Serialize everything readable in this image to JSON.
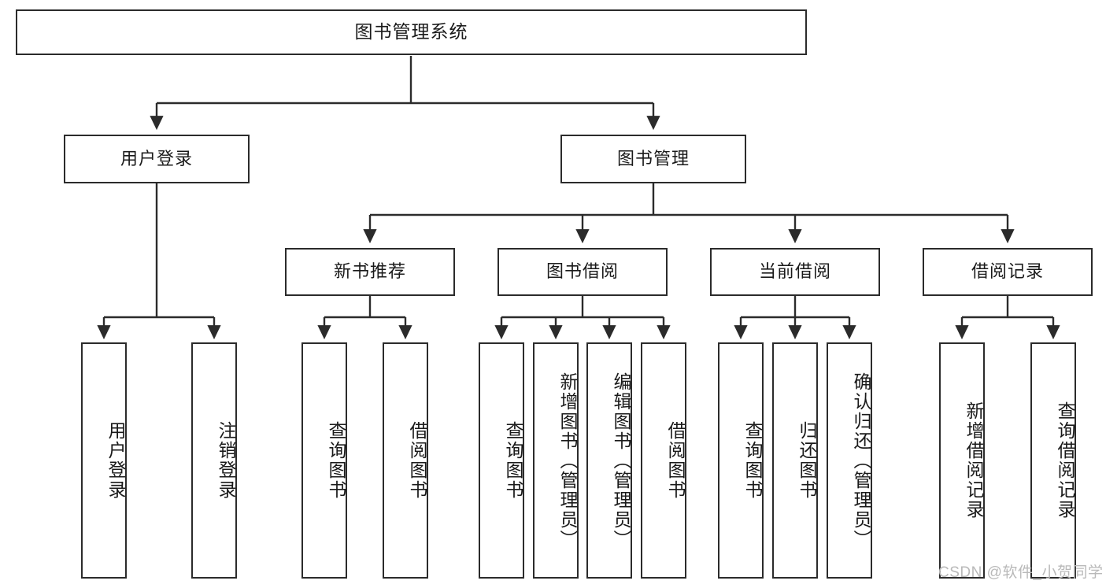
{
  "diagram": {
    "title": "图书管理系统",
    "type": "tree-hierarchy-chart",
    "colors": {
      "box_border": "#2b2b2b",
      "box_fill": "#ffffff",
      "connector": "#2b2b2b",
      "text": "#1a1a1a",
      "watermark": "#b9b9b9"
    },
    "root": {
      "label": "图书管理系统"
    },
    "level2": [
      {
        "label": "用户登录"
      },
      {
        "label": "图书管理"
      }
    ],
    "level3": [
      {
        "label": "新书推荐"
      },
      {
        "label": "图书借阅"
      },
      {
        "label": "当前借阅"
      },
      {
        "label": "借阅记录"
      }
    ],
    "leaves": {
      "user_login": [
        {
          "label": "用户登录"
        },
        {
          "label": "注销登录"
        }
      ],
      "new_book_recommend": [
        {
          "label": "查询图书"
        },
        {
          "label": "借阅图书"
        }
      ],
      "book_borrow": [
        {
          "label": "查询图书"
        },
        {
          "label": "新增图书（管理员）"
        },
        {
          "label": "编辑图书（管理员）"
        },
        {
          "label": "借阅图书"
        }
      ],
      "current_borrow": [
        {
          "label": "查询图书"
        },
        {
          "label": "归还图书"
        },
        {
          "label": "确认归还（管理员）"
        }
      ],
      "borrow_record": [
        {
          "label": "新增借阅记录"
        },
        {
          "label": "查询借阅记录"
        }
      ]
    }
  },
  "watermark": {
    "text": "CSDN @软件_小贺同学"
  }
}
